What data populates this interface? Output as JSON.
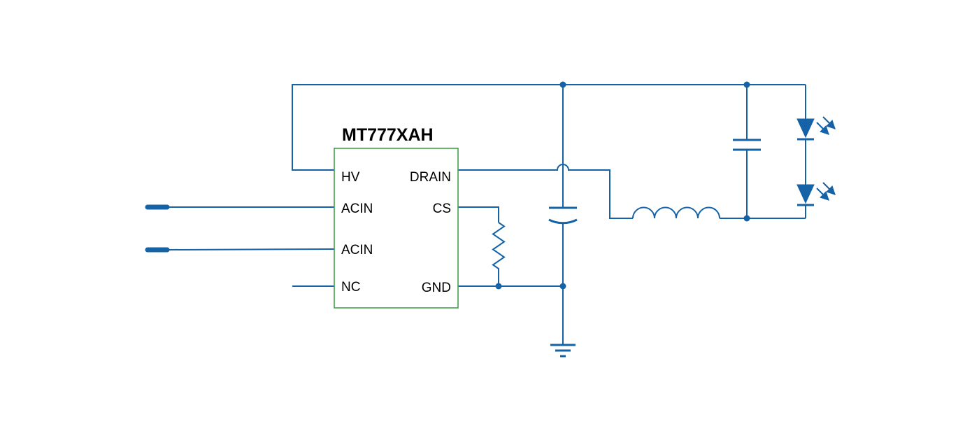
{
  "diagram": {
    "kind": "circuit-schematic",
    "ic": {
      "title": "MT777XAH",
      "pins_left": [
        "HV",
        "ACIN",
        "ACIN",
        "NC"
      ],
      "pins_right": [
        "DRAIN",
        "CS",
        "GND"
      ]
    },
    "components": {
      "terminals": [
        "ac-input-terminal-top",
        "ac-input-terminal-bottom"
      ],
      "resistor": "current-sense-resistor",
      "capacitors": [
        "bulk-capacitor",
        "output-capacitor"
      ],
      "inductor": "output-inductor",
      "leds": [
        "led-1",
        "led-2"
      ],
      "ground": "earth-ground"
    },
    "colors": {
      "wire": "#1563a6",
      "ic_border": "#44a04c",
      "text": "#000000",
      "background": "#ffffff"
    }
  }
}
